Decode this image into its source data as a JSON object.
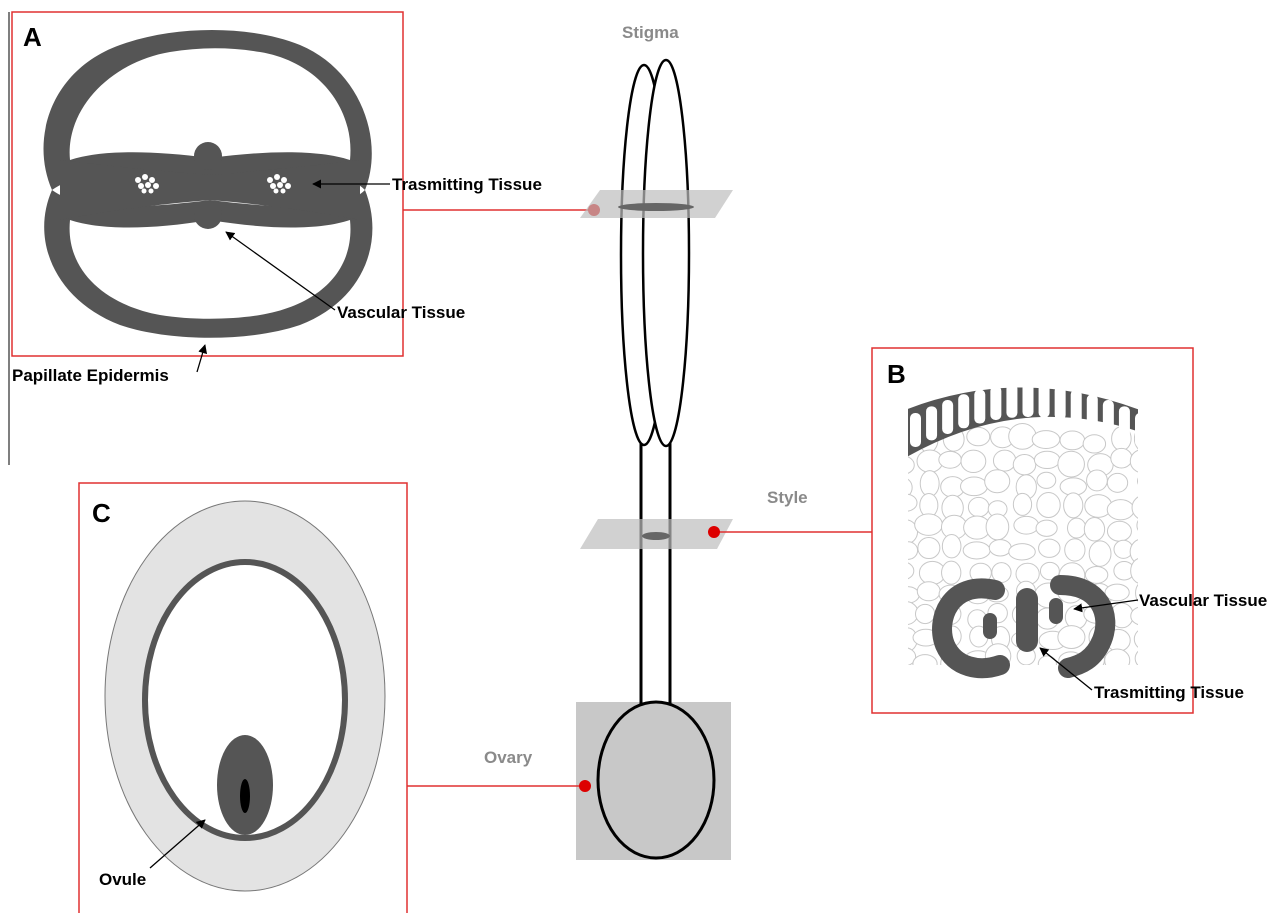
{
  "colors": {
    "frame": "#e03030",
    "tissue": "#555555",
    "marker": "#dd0000",
    "plane": "#bdbdbd",
    "ovary_fill": "#c8c8c8",
    "wall_light": "#e3e3e3",
    "part_label": "#8a8a8a"
  },
  "pistil": {
    "stigma_label": "Stigma",
    "style_label": "Style",
    "ovary_label": "Ovary"
  },
  "panel_a": {
    "letter": "A",
    "labels": {
      "transmitting": "Trasmitting Tissue",
      "vascular": "Vascular Tissue",
      "epidermis": "Papillate Epidermis"
    }
  },
  "panel_b": {
    "letter": "B",
    "labels": {
      "vascular": "Vascular Tissue",
      "transmitting": "Trasmitting Tissue"
    }
  },
  "panel_c": {
    "letter": "C",
    "labels": {
      "ovule": "Ovule"
    }
  }
}
